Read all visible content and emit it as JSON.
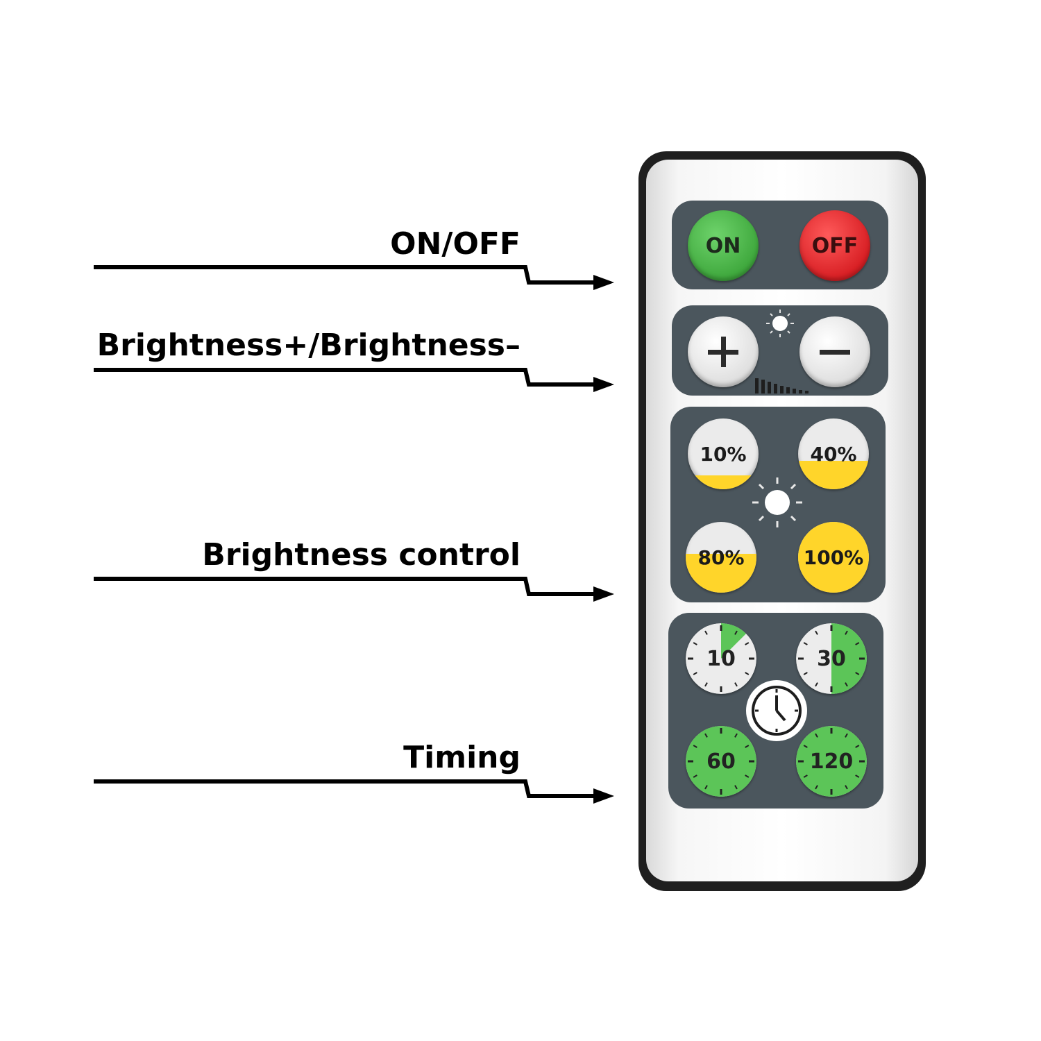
{
  "callouts": [
    {
      "id": "on-off",
      "text": "ON/OFF"
    },
    {
      "id": "brightness-plus-minus",
      "text": "Brightness+/Brightness–"
    },
    {
      "id": "brightness-control",
      "text": "Brightness control"
    },
    {
      "id": "timing",
      "text": "Timing"
    }
  ],
  "remote": {
    "power": {
      "on_label": "ON",
      "off_label": "OFF"
    },
    "brightness_step": {
      "plus_icon": "plus-icon",
      "minus_icon": "minus-icon",
      "indicator_icon": "sun-icon",
      "level_icon": "level-bars-icon"
    },
    "brightness_presets": [
      {
        "label": "10%",
        "level": 0.2
      },
      {
        "label": "40%",
        "level": 0.4
      },
      {
        "label": "80%",
        "level": 0.55
      },
      {
        "label": "100%",
        "level": 1.0
      }
    ],
    "timers": [
      {
        "label": "10",
        "fraction": 0.125
      },
      {
        "label": "30",
        "fraction": 0.5
      },
      {
        "label": "60",
        "fraction": 1.0
      },
      {
        "label": "120",
        "fraction": 1.0
      }
    ],
    "timer_center_icon": "clock-icon"
  },
  "colors": {
    "on": "#3fa83d",
    "off": "#d81f24",
    "preset_fill": "#ffd52a",
    "timer_green": "#5cc558",
    "panel": "#4b565d"
  }
}
